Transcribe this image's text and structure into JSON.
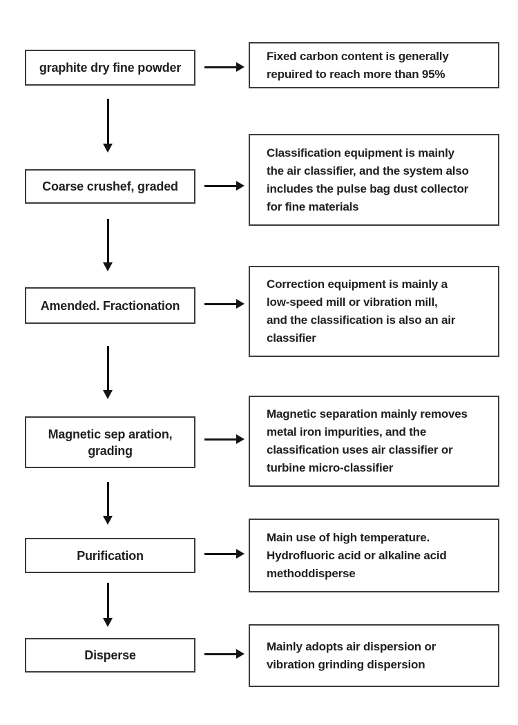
{
  "flowchart": {
    "steps": [
      {
        "label": "graphite dry fine powder",
        "description": "Fixed carbon content is generally\nrepuired to reach more than 95%"
      },
      {
        "label": "Coarse crushef, graded",
        "description": "Classification equipment is mainly\nthe air classifier, and the system also\nincludes the pulse bag dust collector\nfor fine materials"
      },
      {
        "label": "Amended. Fractionation",
        "description": "Correction equipment is mainly a\nlow-speed mill or vibration mill,\nand the classification is also an air\nclassifier"
      },
      {
        "label": "Magnetic sep aration,\ngrading",
        "description": "Magnetic separation mainly removes\nmetal iron impurities, and the\nclassification uses air classifier or\nturbine micro-classifier"
      },
      {
        "label": "Purification",
        "description": "Main use of high temperature.\nHydrofluoric acid or alkaline acid\nmethoddisperse"
      },
      {
        "label": "Disperse",
        "description": "Mainly adopts air dispersion or\nvibration grinding dispersion"
      }
    ],
    "colors": {
      "border": "#3c3c3c",
      "arrow": "#141414",
      "text": "#1f1f1f",
      "background": "#ffffff"
    }
  }
}
